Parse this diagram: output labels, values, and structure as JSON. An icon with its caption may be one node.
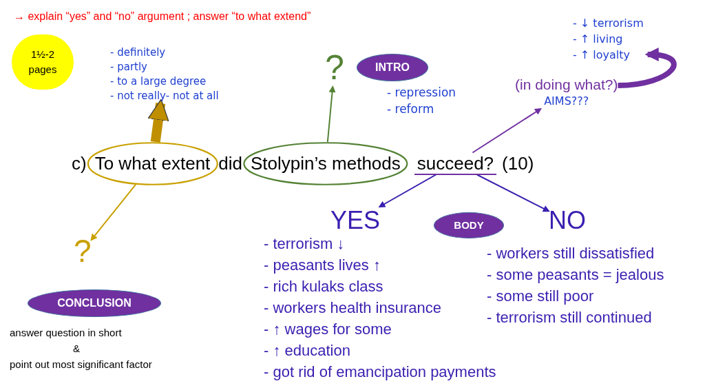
{
  "diagram": {
    "title": "→ explain “yes” and “no” argument ; answer “to what extend”",
    "nodes": [
      {
        "text": [
          "To what extent"
        ]
      },
      {
        "text": [
          "Stolypin’s methods"
        ]
      },
      {
        "text": [
          "succeed?"
        ]
      },
      {
        "text": [
          "- definitely",
          "- partly",
          "- to a large degree",
          "- not really- not at all"
        ]
      },
      {
        "text": [
          "?"
        ]
      },
      {
        "text": [
          "?"
        ]
      },
      {
        "text": [
          "(in doing what?)",
          "AIMS???"
        ]
      },
      {
        "text": [
          "- ↓ terrorism",
          "- ↑ living",
          "- ↑ loyalty"
        ]
      },
      {
        "text": [
          "YES"
        ]
      },
      {
        "text": [
          "NO"
        ]
      },
      {
        "text": [
          "1½-2 pages"
        ]
      },
      {
        "text": [
          "INTRO"
        ]
      },
      {
        "text": [
          "BODY"
        ]
      },
      {
        "text": [
          "CONCLUSION"
        ]
      }
    ],
    "edges": [
      {
        "from": 0,
        "to": 3,
        "arrow": "to",
        "style": "thick",
        "color": "#bf8f00"
      },
      {
        "from": 0,
        "to": 5,
        "arrow": "to",
        "color": "#c9a000"
      },
      {
        "from": 1,
        "to": 4,
        "arrow": "to",
        "color": "#548235"
      },
      {
        "from": 2,
        "to": 6,
        "arrow": "to",
        "color": "#7030a0"
      },
      {
        "from": 2,
        "to": 8,
        "arrow": "to"
      },
      {
        "from": 2,
        "to": 9,
        "arrow": "to"
      },
      {
        "from": 6,
        "to": 7,
        "arrow": "to",
        "style": "thick",
        "color": "#7030a0"
      }
    ],
    "labels": [
      "c)",
      "did",
      "(10)",
      "- repression",
      "- reform",
      "- terrorism ↓",
      "- peasants lives ↑",
      "- rich kulaks class",
      "- workers health insurance",
      "- ↑ wages for some",
      "- ↑ education",
      "- got rid of emancipation payments",
      "- workers still dissatisfied",
      "- some peasants = jealous",
      "- some still poor",
      "- terrorism still continued",
      "answer question in short",
      "&",
      "point out most significant factor"
    ]
  }
}
